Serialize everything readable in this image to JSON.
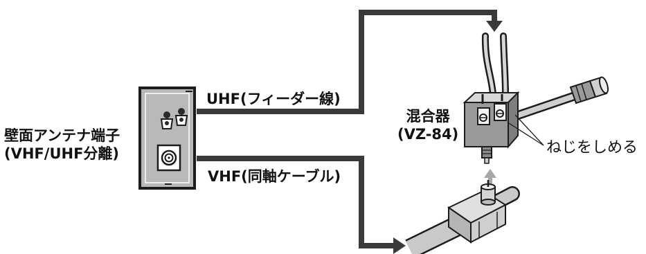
{
  "wall_outlet": {
    "name_line1": "壁面アンテナ端子",
    "name_line2": "(VHF/UHF分離)"
  },
  "uhf_cable_label": "UHF(フィーダー線)",
  "vhf_cable_label": "VHF(同軸ケーブル)",
  "mixer": {
    "name": "混合器",
    "model": "(VZ-84)"
  },
  "screw_instruction": "ねじをしめる",
  "colors": {
    "arrow_path": "#3a3a3a",
    "wall_plate": "#b9b9b9",
    "plate_border": "#1c1c1c",
    "cable": "#c9c9c9",
    "mixer_body": "#9a9a9a",
    "connect_arrow": "#a8a8a8"
  }
}
